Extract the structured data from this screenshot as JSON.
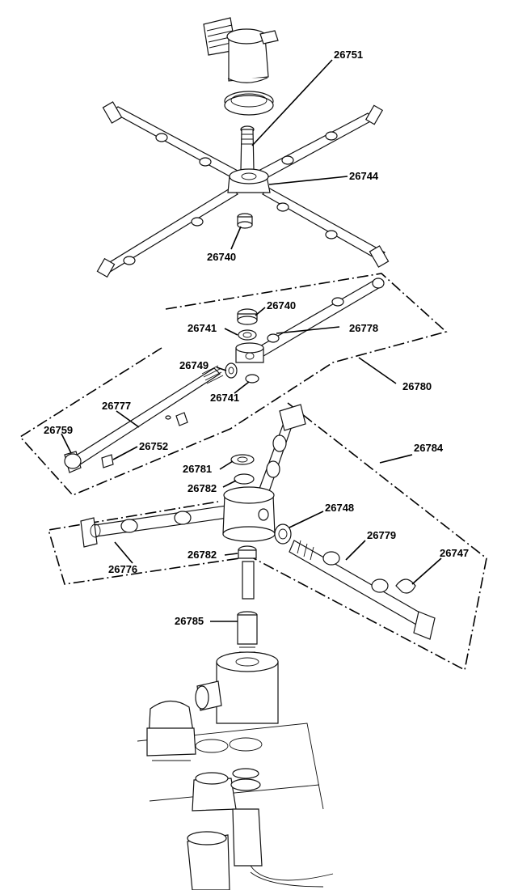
{
  "labels": {
    "p26751": "26751",
    "p26744": "26744",
    "p26740_top": "26740",
    "p26740_mid": "26740",
    "p26741_top": "26741",
    "p26778": "26778",
    "p26749": "26749",
    "p26780": "26780",
    "p26741_bottom": "26741",
    "p26777": "26777",
    "p26759": "26759",
    "p26752": "26752",
    "p26784": "26784",
    "p26781": "26781",
    "p26782_top": "26782",
    "p26748": "26748",
    "p26779": "26779",
    "p26747": "26747",
    "p26782_bottom": "26782",
    "p26776": "26776",
    "p26785": "26785"
  },
  "colors": {
    "ink": "#000000",
    "paper": "#ffffff"
  }
}
